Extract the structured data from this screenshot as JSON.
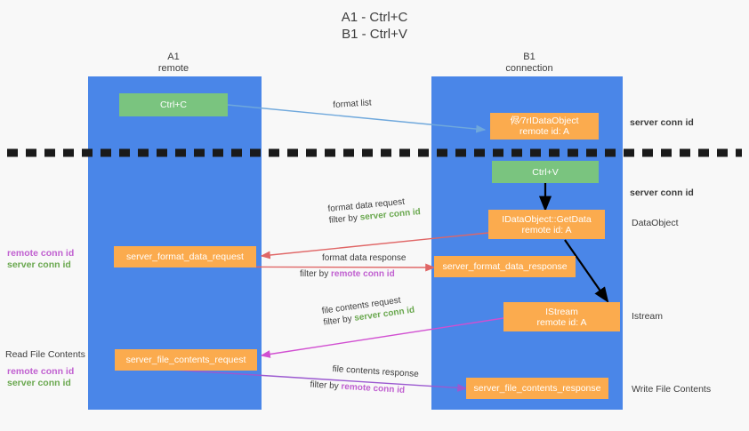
{
  "title": {
    "line1": "A1 - Ctrl+C",
    "line2": "B1 - Ctrl+V"
  },
  "colors": {
    "lane": "#4a86e8",
    "green_box": "#7ac47f",
    "orange_box": "#fbab4e",
    "server_conn_id": "#6aa84f",
    "remote_conn_id": "#c060d0",
    "arrow_blue": "#6fa8dc",
    "arrow_red": "#e06666",
    "arrow_magenta": "#d14fd1",
    "arrow_purple": "#9b59d0",
    "arrow_black": "#000000",
    "background": "#f8f8f8"
  },
  "lanes": [
    {
      "id": "a1",
      "title": "A1",
      "subtitle": "remote"
    },
    {
      "id": "b1",
      "title": "B1",
      "subtitle": "connection"
    }
  ],
  "boxes": [
    {
      "id": "ctrl-c",
      "kind": "green",
      "line1": "Ctrl+C",
      "line2": ""
    },
    {
      "id": "ole-idataobject",
      "kind": "orange",
      "line1": "侭⁄7rIDataObject",
      "line2": "remote id: A"
    },
    {
      "id": "ctrl-v",
      "kind": "green",
      "line1": "Ctrl+V",
      "line2": ""
    },
    {
      "id": "getdata",
      "kind": "orange",
      "line1": "IDataObject::GetData",
      "line2": "remote id: A"
    },
    {
      "id": "server-format-data-request",
      "kind": "orange",
      "line1": "server_format_data_request",
      "line2": ""
    },
    {
      "id": "server-format-data-response",
      "kind": "orange",
      "line1": "server_format_data_response",
      "line2": ""
    },
    {
      "id": "istream",
      "kind": "orange",
      "line1": "IStream",
      "line2": "remote id: A"
    },
    {
      "id": "server-file-contents-request",
      "kind": "orange",
      "line1": "server_file_contents_request",
      "line2": ""
    },
    {
      "id": "server-file-contents-response",
      "kind": "orange",
      "line1": "server_file_contents_response",
      "line2": ""
    }
  ],
  "flow_labels": [
    {
      "id": "format-list",
      "text": "format list",
      "filter_prefix": "",
      "filter_value": "",
      "filter_kind": ""
    },
    {
      "id": "format-data-request",
      "text": "format data request",
      "filter_prefix": "filter by ",
      "filter_value": "server conn id",
      "filter_kind": "server"
    },
    {
      "id": "format-data-response",
      "text": "format data response",
      "filter_prefix": "filter by ",
      "filter_value": "remote conn id",
      "filter_kind": "remote"
    },
    {
      "id": "file-contents-request",
      "text": "file contents request",
      "filter_prefix": "filter by ",
      "filter_value": "server conn id",
      "filter_kind": "server"
    },
    {
      "id": "file-contents-response",
      "text": "file contents response",
      "filter_prefix": "filter by ",
      "filter_value": "remote conn id",
      "filter_kind": "remote"
    }
  ],
  "right_annotations": [
    {
      "id": "server-conn-id-top",
      "text": "server conn id",
      "kind": "server"
    },
    {
      "id": "server-conn-id-second",
      "text": "server conn id",
      "kind": "server"
    },
    {
      "id": "dataobject",
      "text": "DataObject",
      "kind": "plain"
    },
    {
      "id": "istream-label",
      "text": "Istream",
      "kind": "plain"
    },
    {
      "id": "write-file-contents",
      "text": "Write File Contents",
      "kind": "plain"
    }
  ],
  "left_annotations": {
    "group_top": {
      "remote": "remote conn id",
      "server": "server conn id"
    },
    "read_file_contents": "Read File Contents",
    "group_bottom": {
      "remote": "remote conn id",
      "server": "server conn id"
    }
  }
}
